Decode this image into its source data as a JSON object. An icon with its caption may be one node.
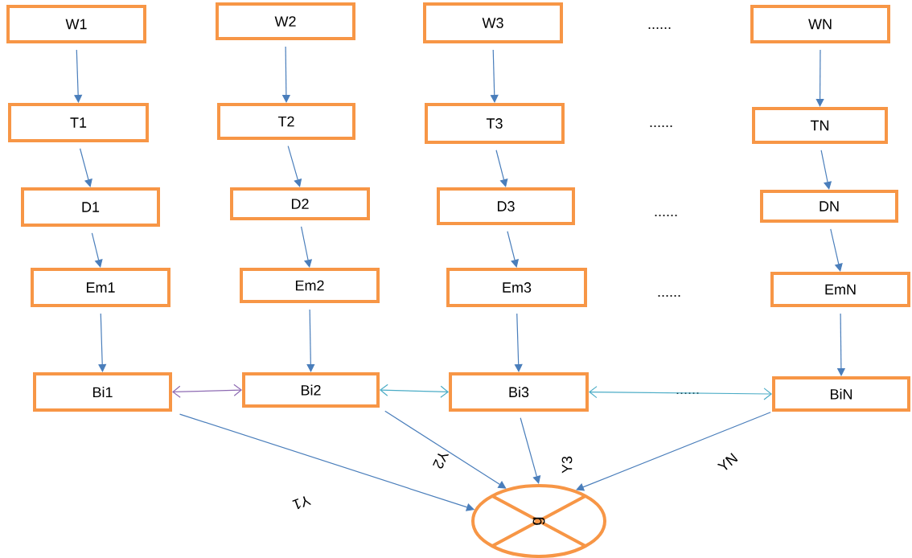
{
  "diagram": {
    "nodes": [
      {
        "text": [
          "W1"
        ]
      },
      {
        "text": [
          "W2"
        ]
      },
      {
        "text": [
          "W3"
        ]
      },
      {
        "text": [
          "WN"
        ]
      },
      {
        "text": [
          "T1"
        ]
      },
      {
        "text": [
          "T2"
        ]
      },
      {
        "text": [
          "T3"
        ]
      },
      {
        "text": [
          "TN"
        ]
      },
      {
        "text": [
          "D1"
        ]
      },
      {
        "text": [
          "D2"
        ]
      },
      {
        "text": [
          "D3"
        ]
      },
      {
        "text": [
          "DN"
        ]
      },
      {
        "text": [
          "Em1"
        ]
      },
      {
        "text": [
          "Em2"
        ]
      },
      {
        "text": [
          "Em3"
        ]
      },
      {
        "text": [
          "EmN"
        ]
      },
      {
        "text": [
          "Bi1"
        ]
      },
      {
        "text": [
          "Bi2"
        ]
      },
      {
        "text": [
          "Bi3"
        ]
      },
      {
        "text": [
          "BiN"
        ]
      },
      {
        "text": [
          "g"
        ]
      }
    ],
    "edges": [
      {
        "from": 0,
        "to": 4,
        "arrow": "to"
      },
      {
        "from": 1,
        "to": 5,
        "arrow": "to"
      },
      {
        "from": 2,
        "to": 6,
        "arrow": "to"
      },
      {
        "from": 3,
        "to": 7,
        "arrow": "to"
      },
      {
        "from": 4,
        "to": 8,
        "arrow": "to"
      },
      {
        "from": 5,
        "to": 9,
        "arrow": "to"
      },
      {
        "from": 6,
        "to": 10,
        "arrow": "to"
      },
      {
        "from": 7,
        "to": 11,
        "arrow": "to"
      },
      {
        "from": 8,
        "to": 12,
        "arrow": "to"
      },
      {
        "from": 9,
        "to": 13,
        "arrow": "to"
      },
      {
        "from": 10,
        "to": 14,
        "arrow": "to"
      },
      {
        "from": 11,
        "to": 15,
        "arrow": "to"
      },
      {
        "from": 12,
        "to": 16,
        "arrow": "to"
      },
      {
        "from": 13,
        "to": 17,
        "arrow": "to"
      },
      {
        "from": 14,
        "to": 18,
        "arrow": "to"
      },
      {
        "from": 15,
        "to": 19,
        "arrow": "to"
      },
      {
        "from": 16,
        "to": 17,
        "arrow": "both",
        "color": "#8e6bb3"
      },
      {
        "from": 17,
        "to": 18,
        "arrow": "both",
        "color": "#4bacc6"
      },
      {
        "from": 18,
        "to": 19,
        "arrow": "both",
        "color": "#4bacc6",
        "label": "......"
      },
      {
        "from": 16,
        "to": 20,
        "arrow": "to",
        "label": "Y1"
      },
      {
        "from": 17,
        "to": 20,
        "arrow": "to",
        "label": "Y2"
      },
      {
        "from": 18,
        "to": 20,
        "arrow": "to",
        "label": "Y3"
      },
      {
        "from": 19,
        "to": 20,
        "arrow": "to",
        "label": "YN"
      }
    ],
    "labels": [
      "......",
      "......",
      "......",
      "......"
    ]
  }
}
